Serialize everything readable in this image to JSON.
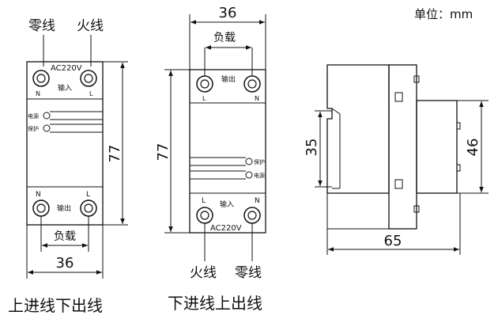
{
  "unit_label": "单位：mm",
  "left": {
    "top_neutral": "零线",
    "top_live": "火线",
    "ac": "AC220V",
    "input": "输入",
    "term_N": "N",
    "term_L": "L",
    "ind_power": "电源",
    "ind_protect": "保护",
    "bottom_N": "N",
    "bottom_L": "L",
    "output": "输出",
    "load": "负载",
    "height": "77",
    "width": "36",
    "caption": "上进线下出线"
  },
  "middle": {
    "width": "36",
    "load": "负载",
    "output": "输出",
    "term_L": "L",
    "term_N": "N",
    "height": "77",
    "ind_protect": "保护",
    "ind_power": "电源",
    "bottom_L": "L",
    "bottom_N": "N",
    "input": "输入",
    "ac": "AC220V",
    "bot_live": "火线",
    "bot_neutral": "零线",
    "caption": "下进线上出线"
  },
  "side": {
    "rail": "35",
    "depth_front": "46",
    "length": "65"
  }
}
